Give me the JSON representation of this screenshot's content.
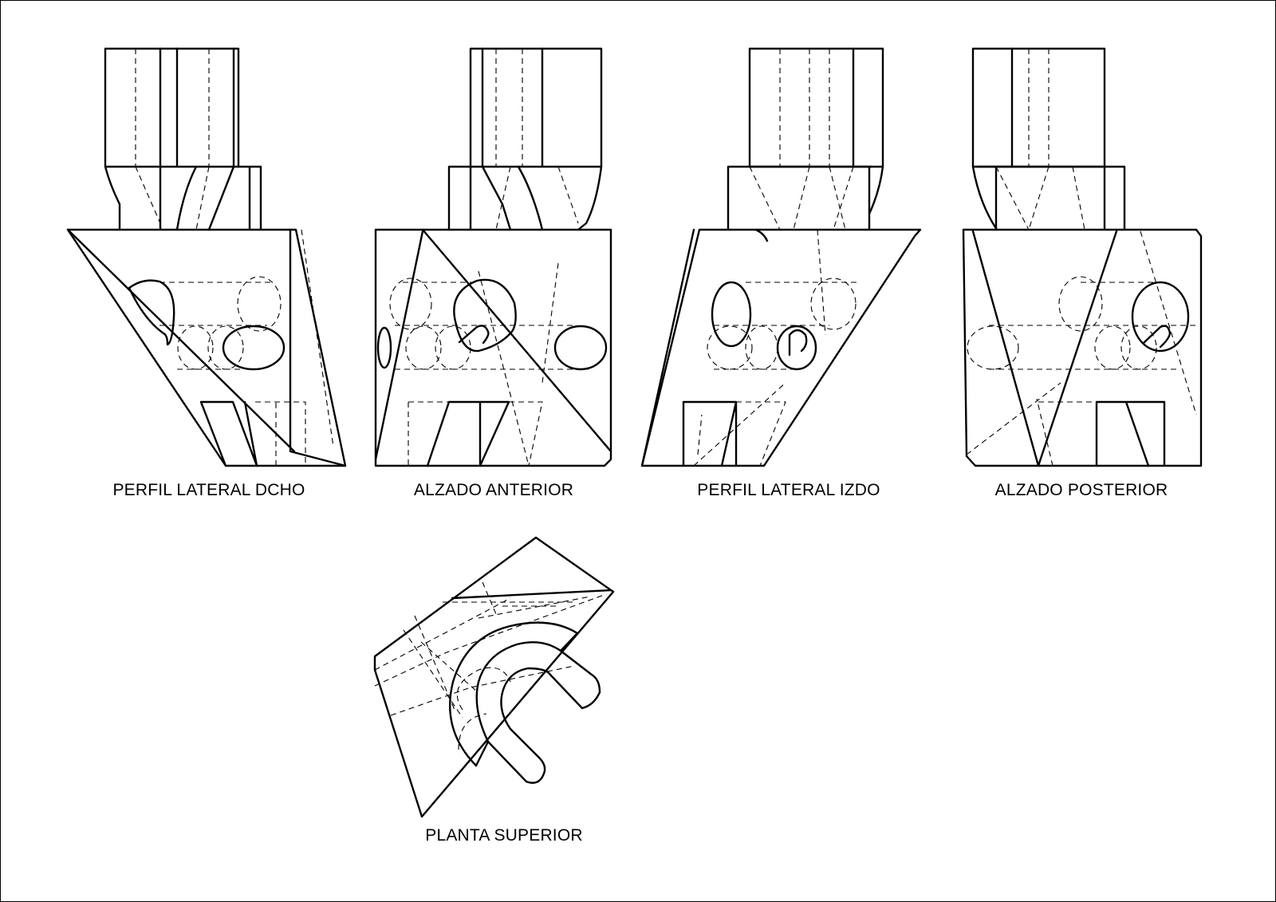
{
  "drawing": {
    "line_color": "#000000",
    "background": "#ffffff",
    "views": [
      {
        "id": "right-profile",
        "label": "PERFIL LATERAL DCHO"
      },
      {
        "id": "front-elevation",
        "label": "ALZADO ANTERIOR"
      },
      {
        "id": "left-profile",
        "label": "PERFIL LATERAL IZDO"
      },
      {
        "id": "rear-elevation",
        "label": "ALZADO POSTERIOR"
      },
      {
        "id": "top-plan",
        "label": "PLANTA SUPERIOR"
      }
    ]
  }
}
